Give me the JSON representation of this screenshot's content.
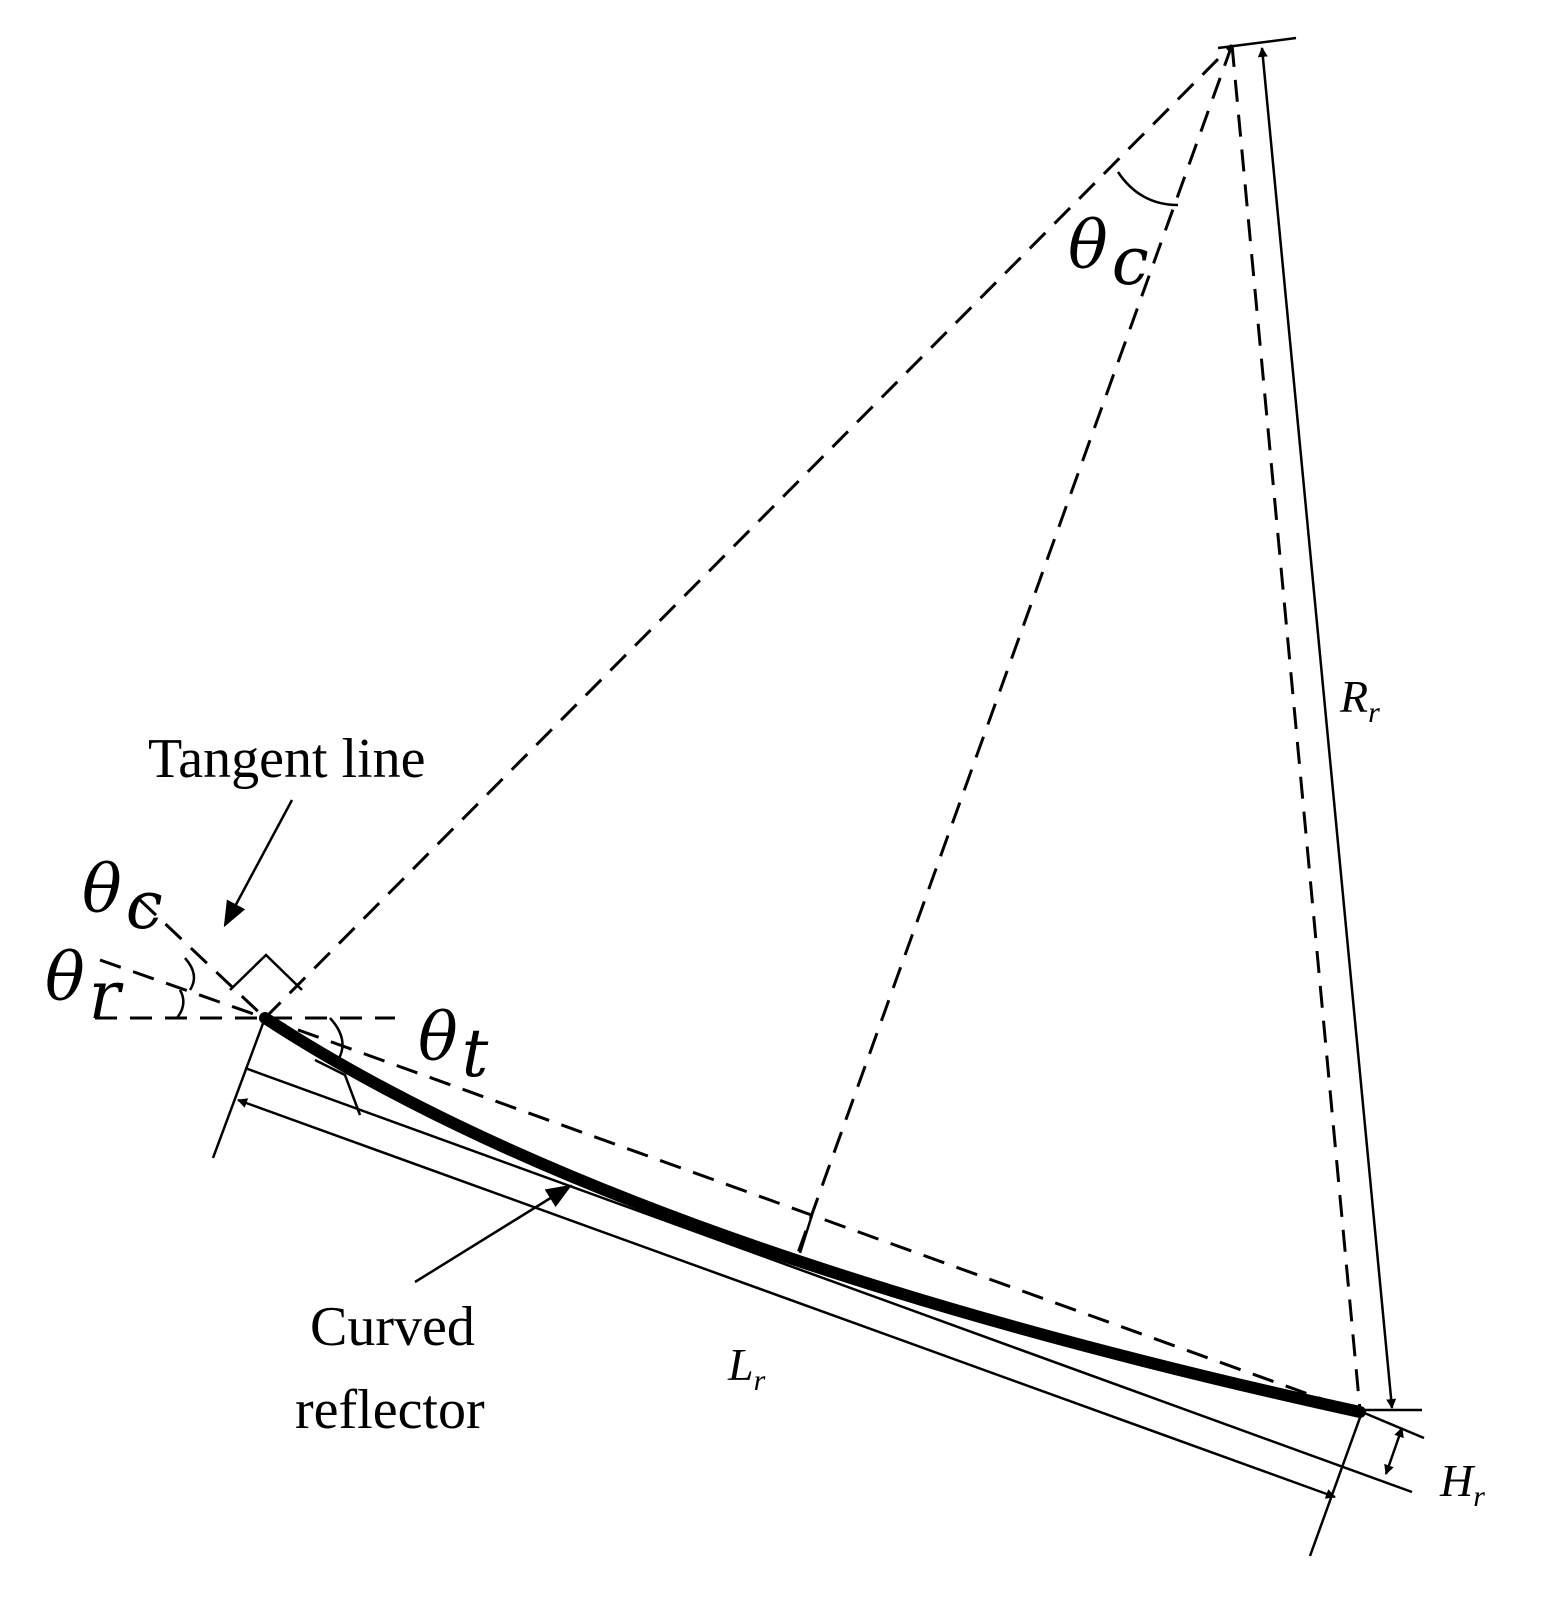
{
  "labels": {
    "tangent_line": "Tangent line",
    "curved_reflector_1": "Curved",
    "curved_reflector_2": "reflector"
  },
  "symbols": {
    "theta": "θ",
    "c": "c",
    "r": "r",
    "t": "t",
    "R": "R",
    "L": "L",
    "H": "H"
  }
}
